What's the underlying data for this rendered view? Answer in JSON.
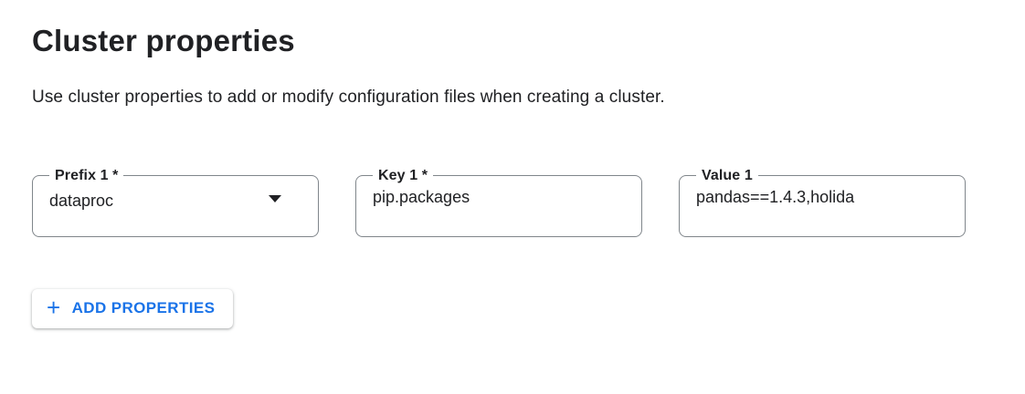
{
  "header": {
    "title": "Cluster properties",
    "description": "Use cluster properties to add or modify configuration files when creating a cluster."
  },
  "fields": {
    "prefix": {
      "label": "Prefix 1 *",
      "value": "dataproc"
    },
    "key": {
      "label": "Key 1 *",
      "value": "pip.packages"
    },
    "value": {
      "label": "Value 1",
      "value": "pandas==1.4.3,holida"
    }
  },
  "actions": {
    "add_properties_label": "ADD PROPERTIES",
    "plus_icon": "+"
  },
  "colors": {
    "accent": "#1a73e8",
    "text": "#202124",
    "field_border": "#80868b"
  }
}
